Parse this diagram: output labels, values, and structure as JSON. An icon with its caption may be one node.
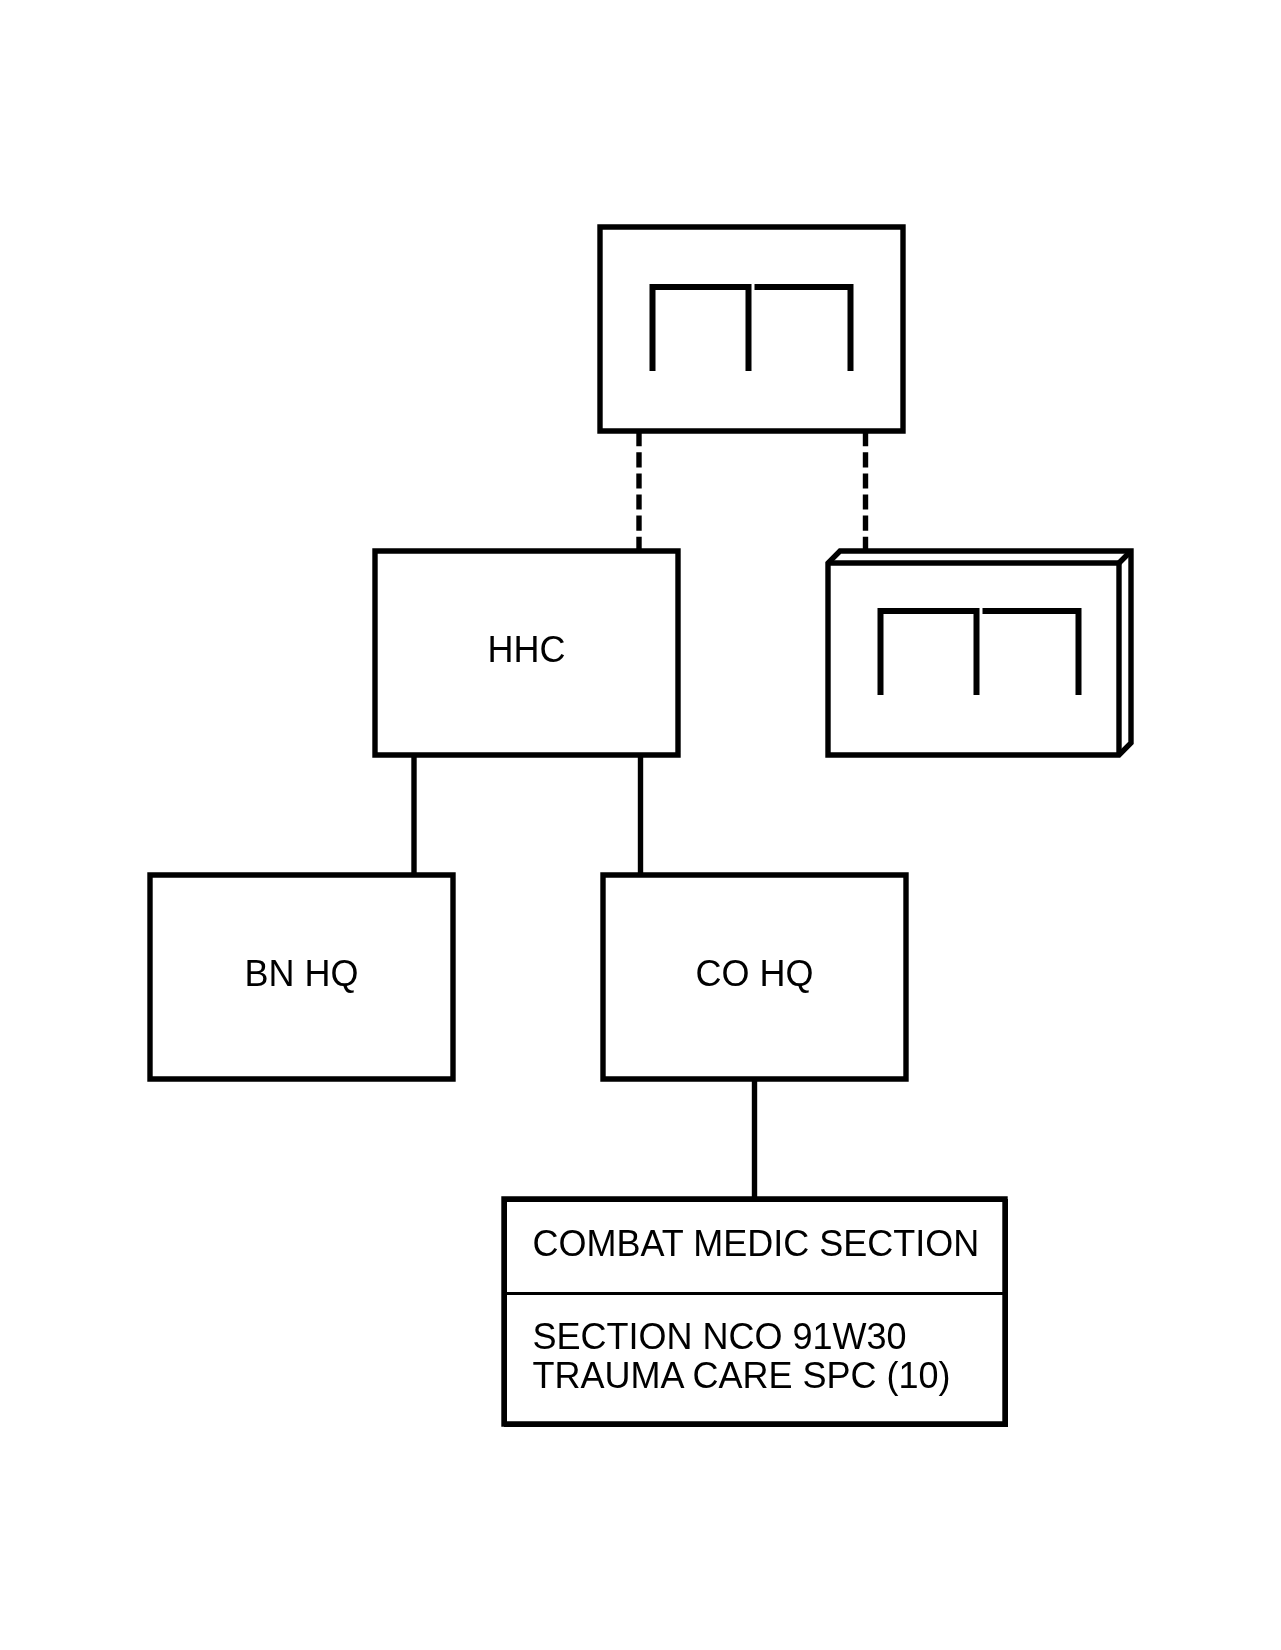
{
  "diagram": {
    "nodes": [
      {
        "text": [],
        "shape": "box"
      },
      {
        "text": [
          "HHC"
        ]
      },
      {
        "text": [],
        "shape": "stack"
      },
      {
        "text": [
          "BN HQ"
        ]
      },
      {
        "text": [
          "CO HQ"
        ]
      },
      {
        "text": [
          "COMBAT MEDIC SECTION",
          "SECTION NCO 91W30",
          "TRAUMA CARE SPC (10)"
        ]
      }
    ],
    "edges": [
      {
        "from": 0,
        "to": 1,
        "arrow": "none",
        "style": "dashed"
      },
      {
        "from": 0,
        "to": 2,
        "arrow": "none",
        "style": "dashed"
      },
      {
        "from": 1,
        "to": 3,
        "arrow": "none"
      },
      {
        "from": 1,
        "to": 4,
        "arrow": "none"
      },
      {
        "from": 4,
        "to": 5,
        "arrow": "none"
      }
    ]
  }
}
